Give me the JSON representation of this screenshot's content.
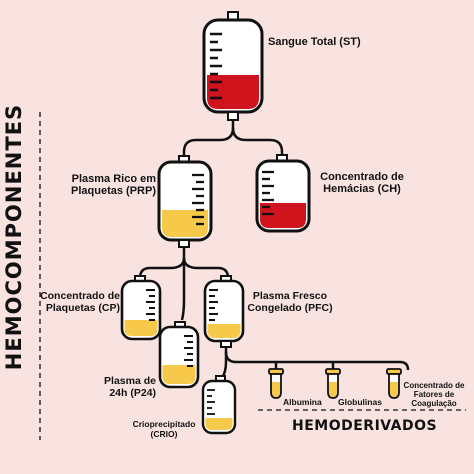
{
  "side_title": "HEMOCOMPONENTES",
  "hemoderivados_title": "HEMODERIVADOS",
  "labels": {
    "st": "Sangue Total (ST)",
    "prp_1": "Plasma Rico em",
    "prp_2": "Plaquetas (PRP)",
    "ch_1": "Concentrado de",
    "ch_2": "Hemácias (CH)",
    "cp_1": "Concentrado de",
    "cp_2": "Plaquetas (CP)",
    "pfc_1": "Plasma Fresco",
    "pfc_2": "Congelado (PFC)",
    "p24_1": "Plasma de",
    "p24_2": "24h (P24)",
    "crio_1": "Crioprecipitado",
    "crio_2": "(CRIO)",
    "albumina": "Albumina",
    "globulinas": "Globulinas",
    "fatores_1": "Concentrado de",
    "fatores_2": "Fatores de",
    "fatores_3": "Coagulação"
  },
  "colors": {
    "background": "#f8e3e1",
    "blood": "#d0141d",
    "plasma": "#f6c94a",
    "outline": "#111111"
  }
}
